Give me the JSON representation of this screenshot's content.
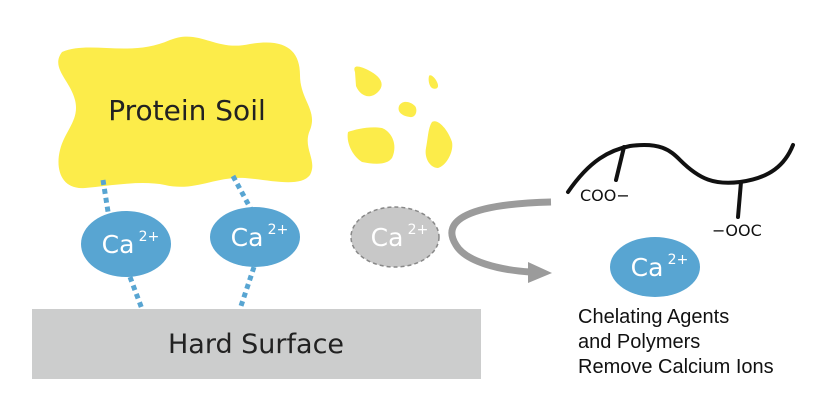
{
  "diagram": {
    "protein_soil_label": "Protein Soil",
    "hard_surface_label": "Hard Surface",
    "ion_label": "Ca",
    "ion_charge": "2+",
    "carboxylate_left": "COO−",
    "carboxylate_right": "−OOC",
    "caption_lines": [
      "Chelating Agents",
      "and Polymers",
      "Remove Calcium Ions"
    ]
  },
  "colors": {
    "soil_yellow": "#FCEC4A",
    "ion_blue": "#58A5D2",
    "ion_removed_gray": "#C8C8C8",
    "surface_gray": "#CCCDCD",
    "arrow_gray": "#9B9B9B",
    "polymer_black": "#111111"
  }
}
